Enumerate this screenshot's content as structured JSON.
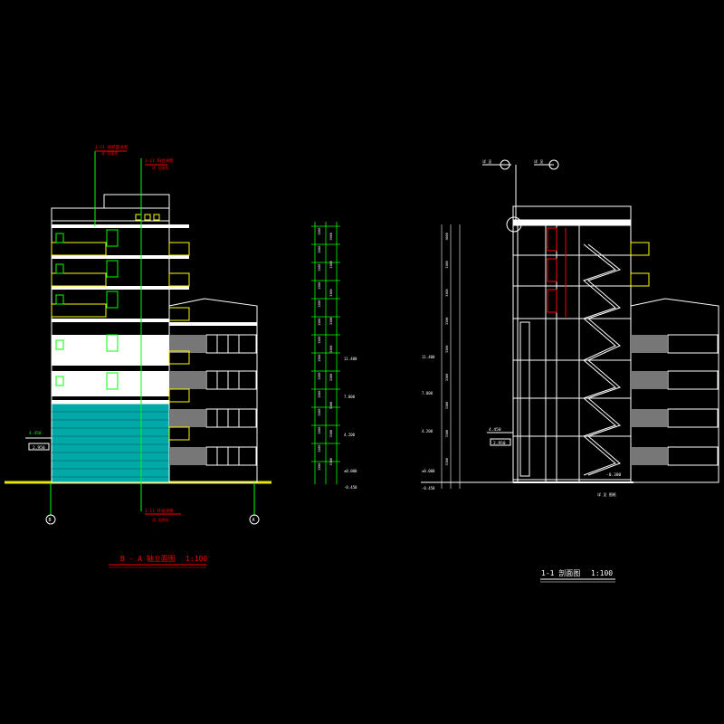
{
  "drawing": {
    "left_view": {
      "title": "B - A 轴立面图",
      "scale": "1:100",
      "top_callout_1": "1-11 坡屋面详图",
      "top_callout_1_sub": "详 见图纸",
      "top_callout_2": "1-11 阳台详图",
      "top_callout_2_sub": "详 见图纸",
      "bottom_callout": "1-11 外墙详图",
      "bottom_callout_sub": "详 见图纸",
      "left_level": "4.450",
      "left_sub_level": "2.950",
      "axis_left": "B",
      "axis_right": "A",
      "dim_column_a": [
        "1500",
        "1500",
        "1500",
        "1500",
        "1500",
        "1500",
        "1500",
        "1500",
        "1500",
        "1500",
        "1500",
        "1500",
        "1500",
        "1500"
      ],
      "dim_column_b": [
        "3900",
        "3300",
        "3300",
        "3300",
        "3300",
        "3300",
        "3300",
        "3300",
        "3300"
      ],
      "levels": [
        "11.400",
        "7.800",
        "4.200",
        "±0.000",
        "-0.450"
      ]
    },
    "right_view": {
      "title": "1-1 剖面图",
      "scale": "1:100",
      "callout_left": "详 见",
      "callout_right": "详 见",
      "levels": [
        "11.400",
        "7.800",
        "4.200",
        "±0.000",
        "-0.450"
      ],
      "left_dims": [
        "3000",
        "3300",
        "3300",
        "3300",
        "3300",
        "3300",
        "3300",
        "3300",
        "3300"
      ],
      "mid_level": "4.450",
      "mid_sub": "2.950",
      "stair_level": "-0.300",
      "bottom_note": "详 见 图纸"
    }
  },
  "colors": {
    "background": "#000000",
    "line_white": "#ffffff",
    "line_green": "#00ff00",
    "line_red": "#ff0000",
    "line_yellow": "#ffff00",
    "cyan_fill": "#00a8a8",
    "ground": "#e6e600"
  }
}
